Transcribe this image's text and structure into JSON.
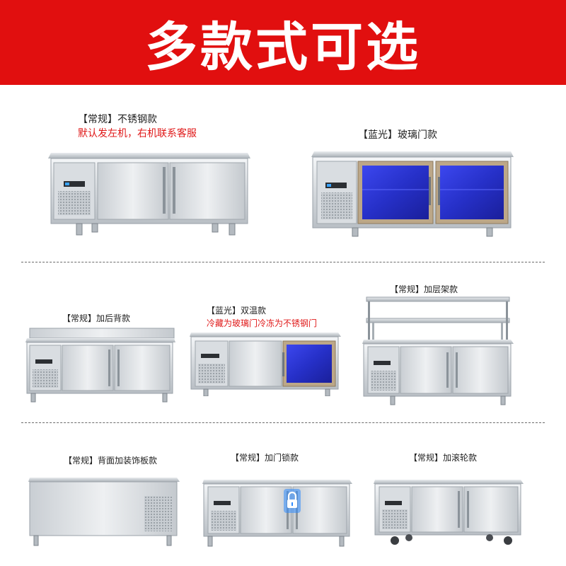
{
  "banner": {
    "title": "多款式可选",
    "bg_color": "#e10f0f"
  },
  "products": [
    {
      "label": "【常规】不锈钢款",
      "note": "默认发左机，右机联系客服",
      "variant": "standard"
    },
    {
      "label": "【蓝光】玻璃门款",
      "variant": "blue-glass"
    },
    {
      "label": "【常规】加后背款",
      "variant": "backsplash"
    },
    {
      "label": "【蓝光】双温款",
      "note": "冷藏为玻璃门冷冻为不锈钢门",
      "variant": "dual-temp"
    },
    {
      "label": "【常规】加层架款",
      "variant": "shelf"
    },
    {
      "label": "【常规】背面加装饰板款",
      "variant": "back-panel"
    },
    {
      "label": "【常规】加门锁款",
      "variant": "lock"
    },
    {
      "label": "【常规】加滚轮款",
      "variant": "casters"
    }
  ],
  "colors": {
    "steel_light": "#e8ebee",
    "steel_dark": "#9aa1a8",
    "glass_blue": "#2a35d8",
    "accent_red": "#e01818"
  },
  "icons": [
    "lock-icon"
  ]
}
